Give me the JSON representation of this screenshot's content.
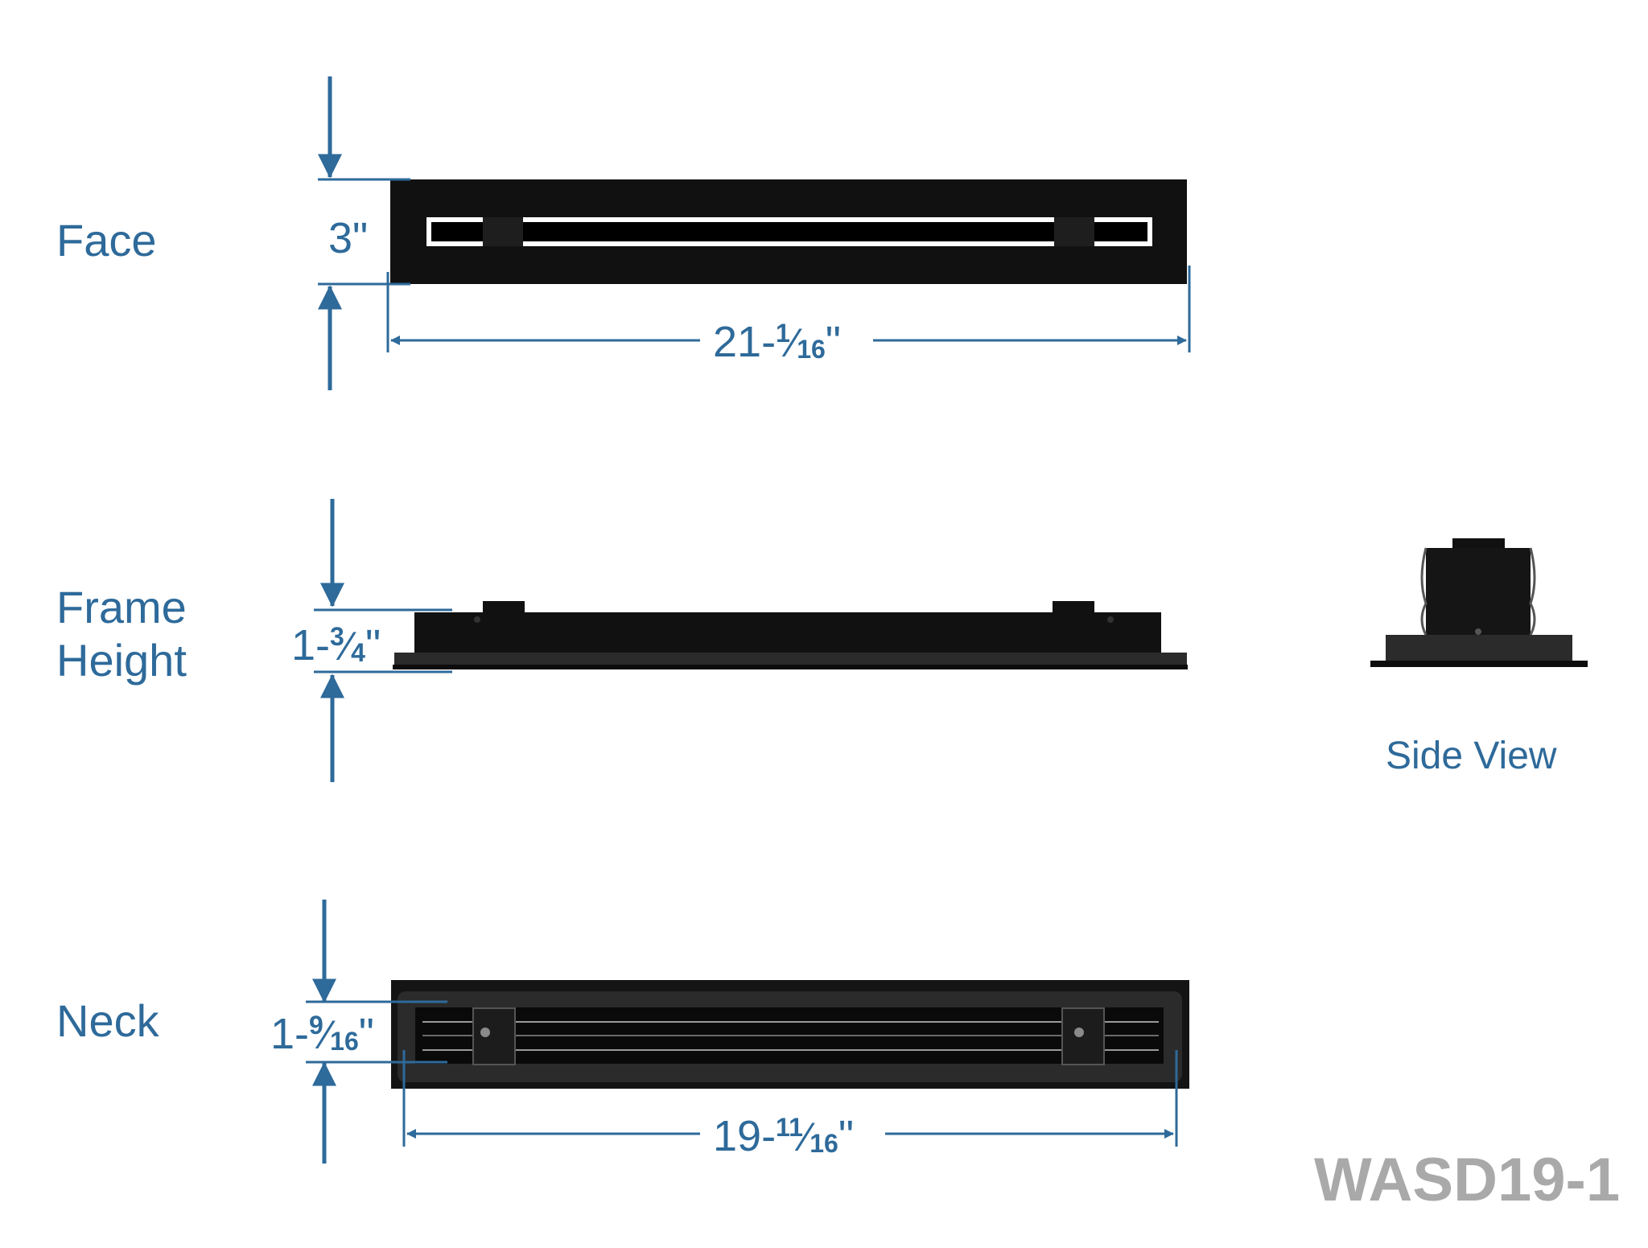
{
  "colors": {
    "dimension_blue": "#2e6a9a",
    "product_black": "#111111",
    "gasket_grey": "#2b2b2b",
    "model_grey": "#a9a9a9"
  },
  "labels": {
    "face": "Face",
    "frame_line1": "Frame",
    "frame_line2": "Height",
    "neck": "Neck",
    "side_view": "Side View"
  },
  "dimensions": {
    "face_height": "3\"",
    "face_width": {
      "whole": "21-",
      "num": "1",
      "den": "16",
      "inch": "\""
    },
    "frame_height": {
      "whole": "1-",
      "num": "3",
      "den": "4",
      "inch": "\""
    },
    "neck_height": {
      "whole": "1-",
      "num": "9",
      "den": "16",
      "inch": "\""
    },
    "neck_width": {
      "whole": "19-",
      "num": "11",
      "den": "16",
      "inch": "\""
    }
  },
  "model": "WASD19-1"
}
